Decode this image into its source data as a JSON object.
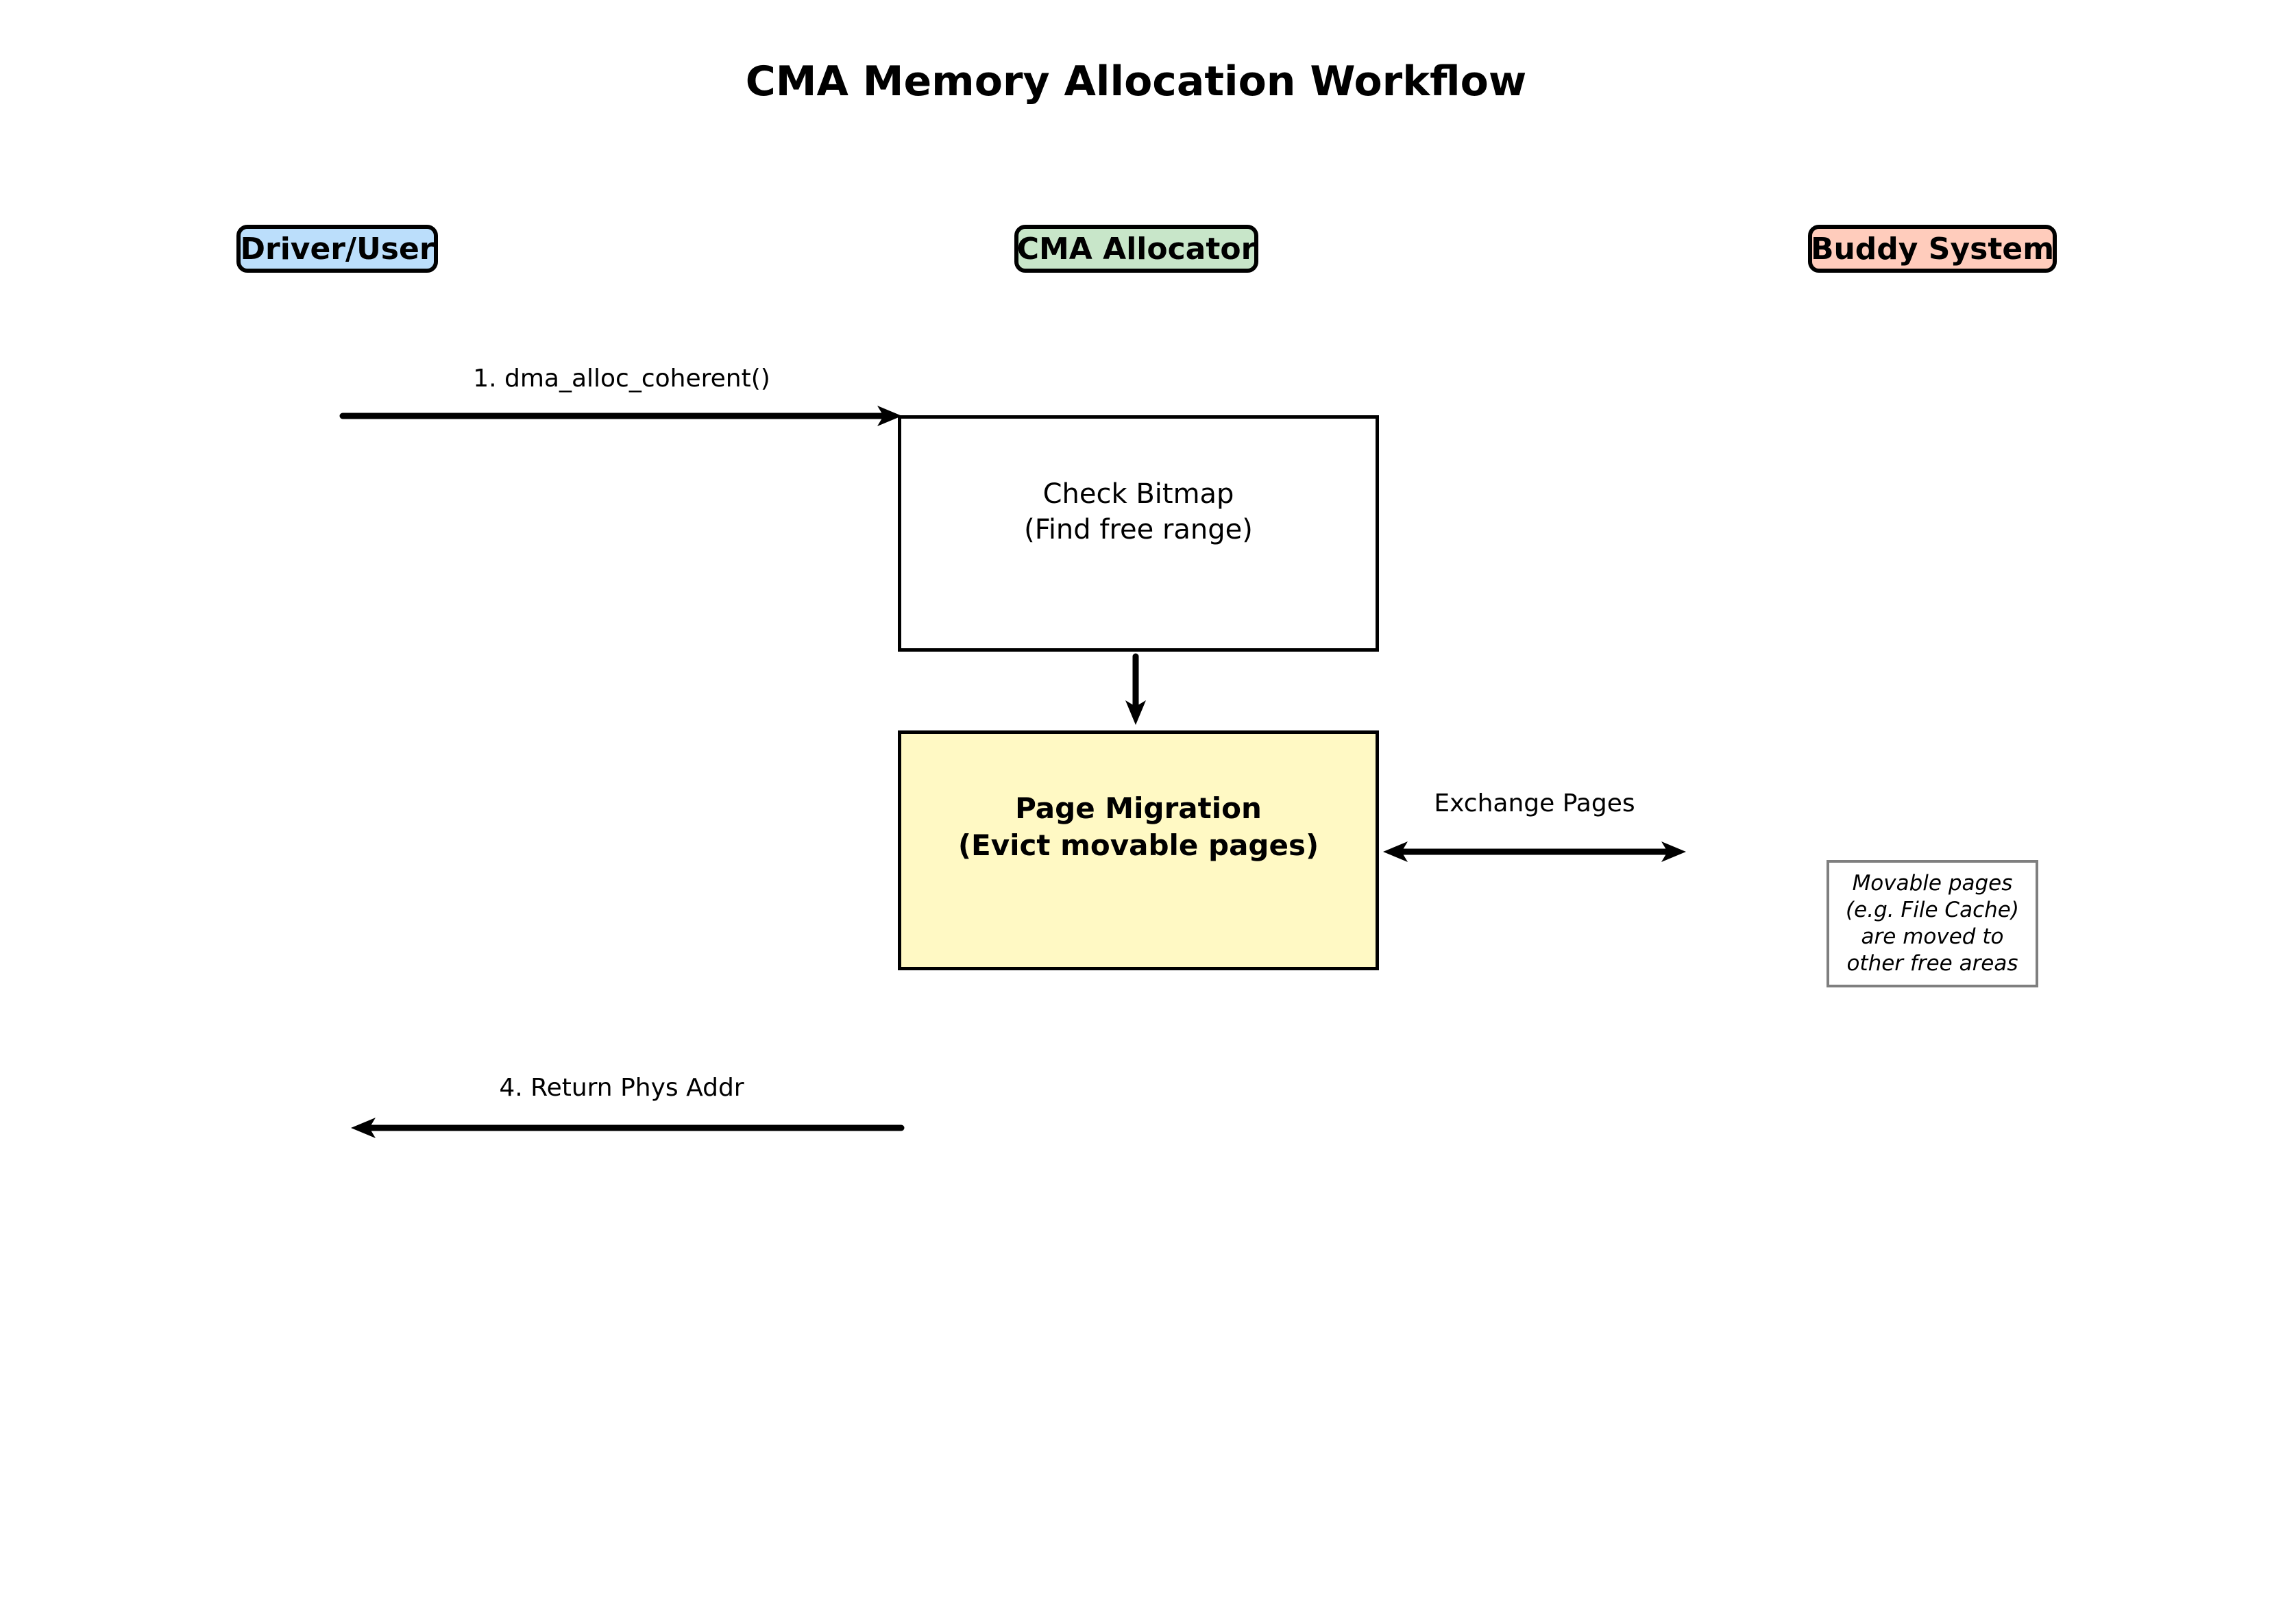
{
  "diagram": {
    "title": "CMA Memory Allocation Workflow"
  },
  "actors": [
    {
      "label": "Driver/User",
      "color": "#BBDEFB"
    },
    {
      "label": "CMA Allocator",
      "color": "#C8E6C9"
    },
    {
      "label": "Buddy System",
      "color": "#FFCCBC"
    }
  ],
  "flow": {
    "request_arrow_label": "1. dma_alloc_coherent()",
    "check_bitmap_box": {
      "line1": "Check Bitmap",
      "line2": "(Find free range)",
      "color": "#FFFFFF"
    },
    "page_migration_box": {
      "line1": "Page Migration",
      "line2": "(Evict movable pages)",
      "color": "#FFF9C4"
    },
    "exchange_arrow_label": "Exchange Pages",
    "buddy_note": {
      "line1": "Movable pages",
      "line2": "(e.g. File Cache)",
      "line3": "are moved to",
      "line4": "other free areas"
    },
    "return_arrow_label": "4. Return Phys Addr"
  },
  "colors": {
    "background": "#FFFFFF",
    "arrow": "#000000",
    "box_border": "#000000",
    "note_border": "#7F7F7F"
  }
}
